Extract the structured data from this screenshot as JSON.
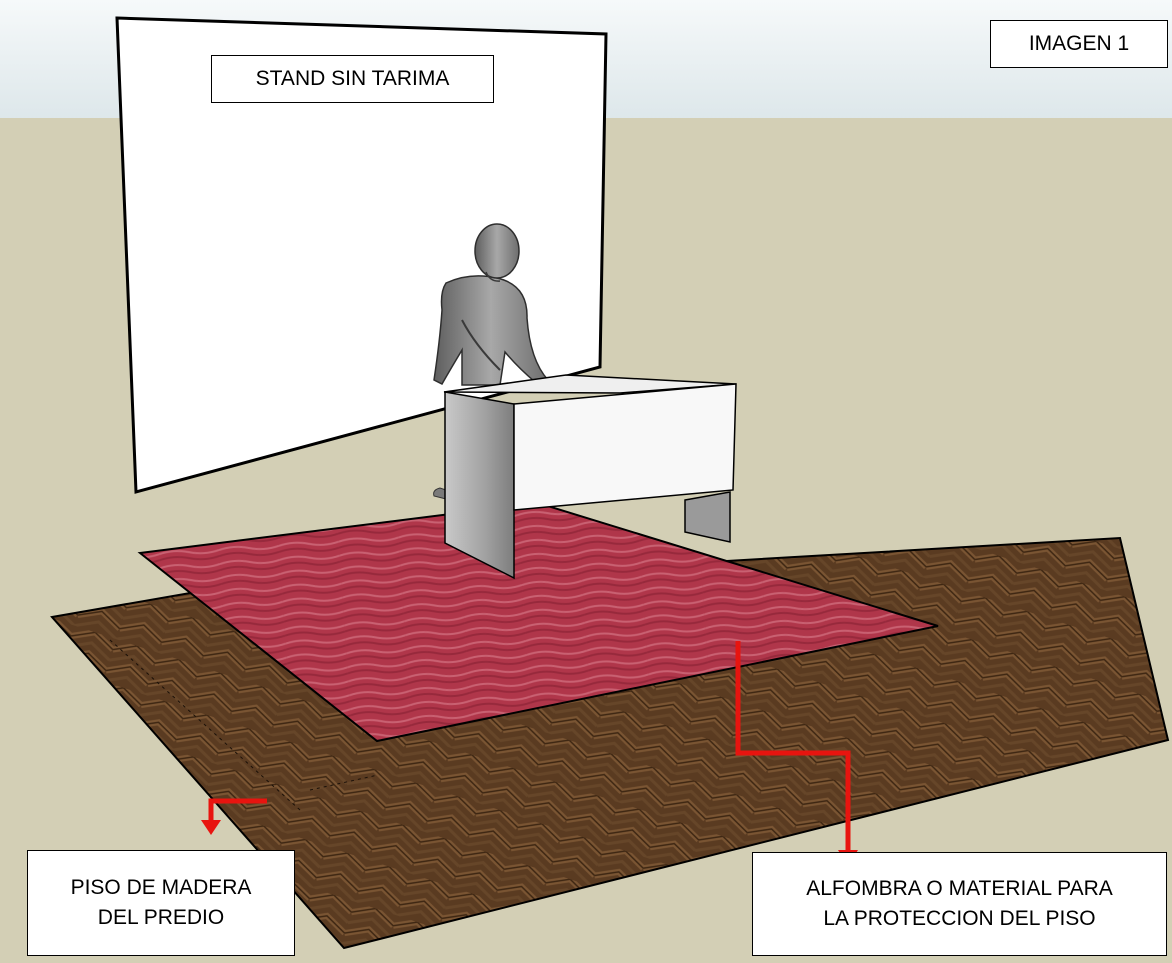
{
  "labels": {
    "imagen": "IMAGEN 1",
    "stand": "STAND SIN TARIMA",
    "piso_line1": "PISO DE MADERA",
    "piso_line2": "DEL PREDIO",
    "alfombra_line1": "ALFOMBRA O MATERIAL PARA",
    "alfombra_line2": "LA PROTECCION DEL PISO"
  },
  "colors": {
    "sky": "#e6eef0",
    "ground": "#d3cfb5",
    "wall": "#ffffff",
    "carpet": "#b0364a",
    "wood_floor": "#5a3b21",
    "arrow": "#e8140f",
    "desk_top": "#f4f4f4",
    "desk_leg": "#a3a3a3",
    "figure": "#8a8a8a"
  },
  "icons": {
    "figure": "person-silhouette-icon",
    "arrow": "red-pointer-arrow-icon"
  }
}
